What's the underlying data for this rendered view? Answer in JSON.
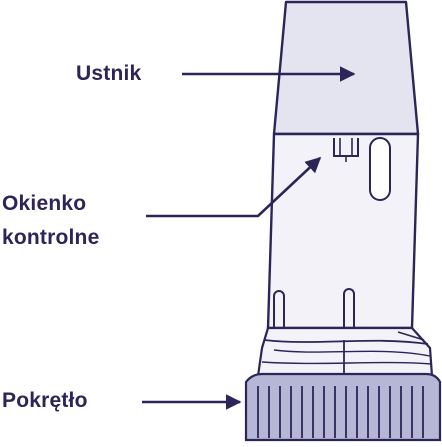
{
  "labels": {
    "mouthpiece": "Ustnik",
    "window_line1": "Okienko",
    "window_line2": "kontrolne",
    "knob": "Pokrętło"
  },
  "colors": {
    "ink": "#2c2558",
    "fill_upper": "#e4e4f0",
    "fill_lower": "#f2f2f8",
    "knob": "#b6b6d6",
    "knob_ribs": "#2c2558"
  }
}
